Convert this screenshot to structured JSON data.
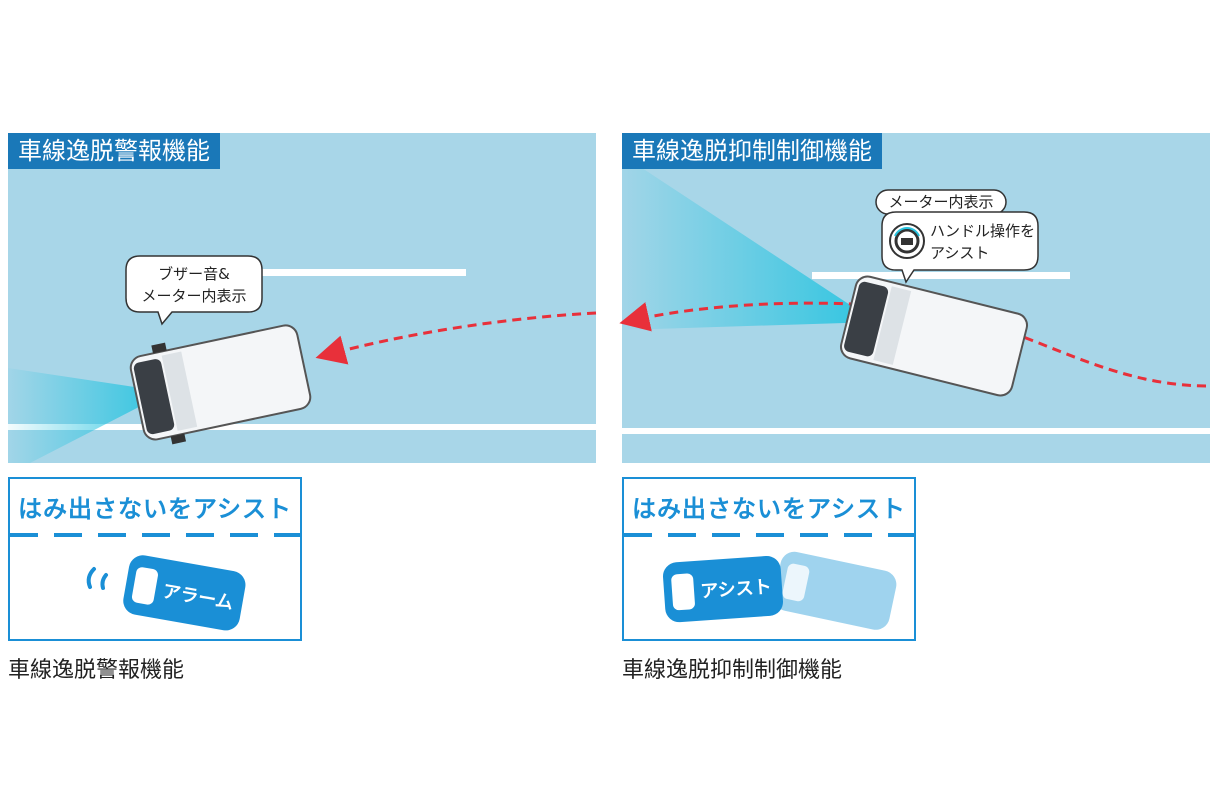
{
  "left": {
    "header": "車線逸脱警報機能",
    "bubble": [
      "ブザー音&",
      "メーター内表示"
    ],
    "assist_title": "はみ出さないをアシスト",
    "car_label": "アラーム",
    "caption": "車線逸脱警報機能"
  },
  "right": {
    "header": "車線逸脱抑制制御機能",
    "bubble_top": "メーター内表示",
    "bubble": [
      "ハンドル操作を",
      "アシスト"
    ],
    "assist_title": "はみ出さないをアシスト",
    "car_label": "アシスト",
    "caption": "車線逸脱抑制制御機能"
  },
  "colors": {
    "road": "#a8d6e8",
    "header_bg": "#1a78b8",
    "assist_blue": "#1a8fd6",
    "car_light": "#9fd3ee",
    "path_red": "#e8303a",
    "sensor_cyan": "#28c4e0"
  },
  "icons": [
    "sound-wave-icon",
    "steering-wheel-icon"
  ]
}
